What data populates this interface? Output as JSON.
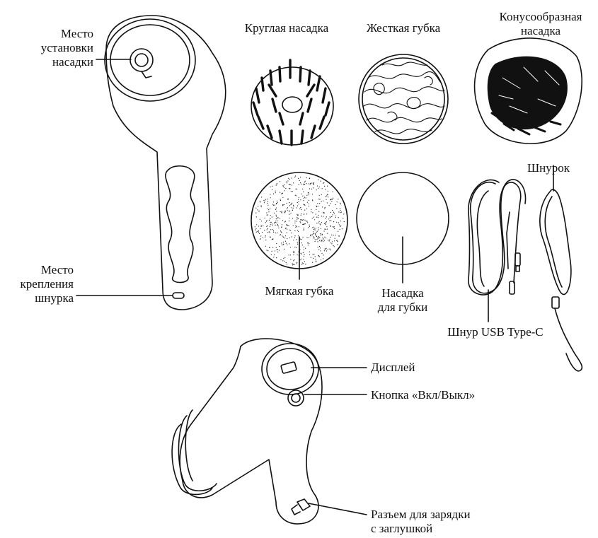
{
  "labels": {
    "nozzle_mount": [
      "Место",
      "установки",
      "насадки"
    ],
    "strap_mount": [
      "Место",
      "крепления",
      "шнурка"
    ],
    "round_brush": "Круглая насадка",
    "hard_sponge": "Жесткая губка",
    "cone_brush": [
      "Конусообразная",
      "насадка"
    ],
    "soft_sponge": "Мягкая губка",
    "sponge_holder": [
      "Насадка",
      "для губки"
    ],
    "usb_cable": "Шнур USB Type-C",
    "strap": "Шнурок",
    "display": "Дисплей",
    "power_button": "Кнопка «Вкл/Выкл»",
    "charge_port": [
      "Разъем для зарядки",
      "с заглушкой"
    ]
  }
}
